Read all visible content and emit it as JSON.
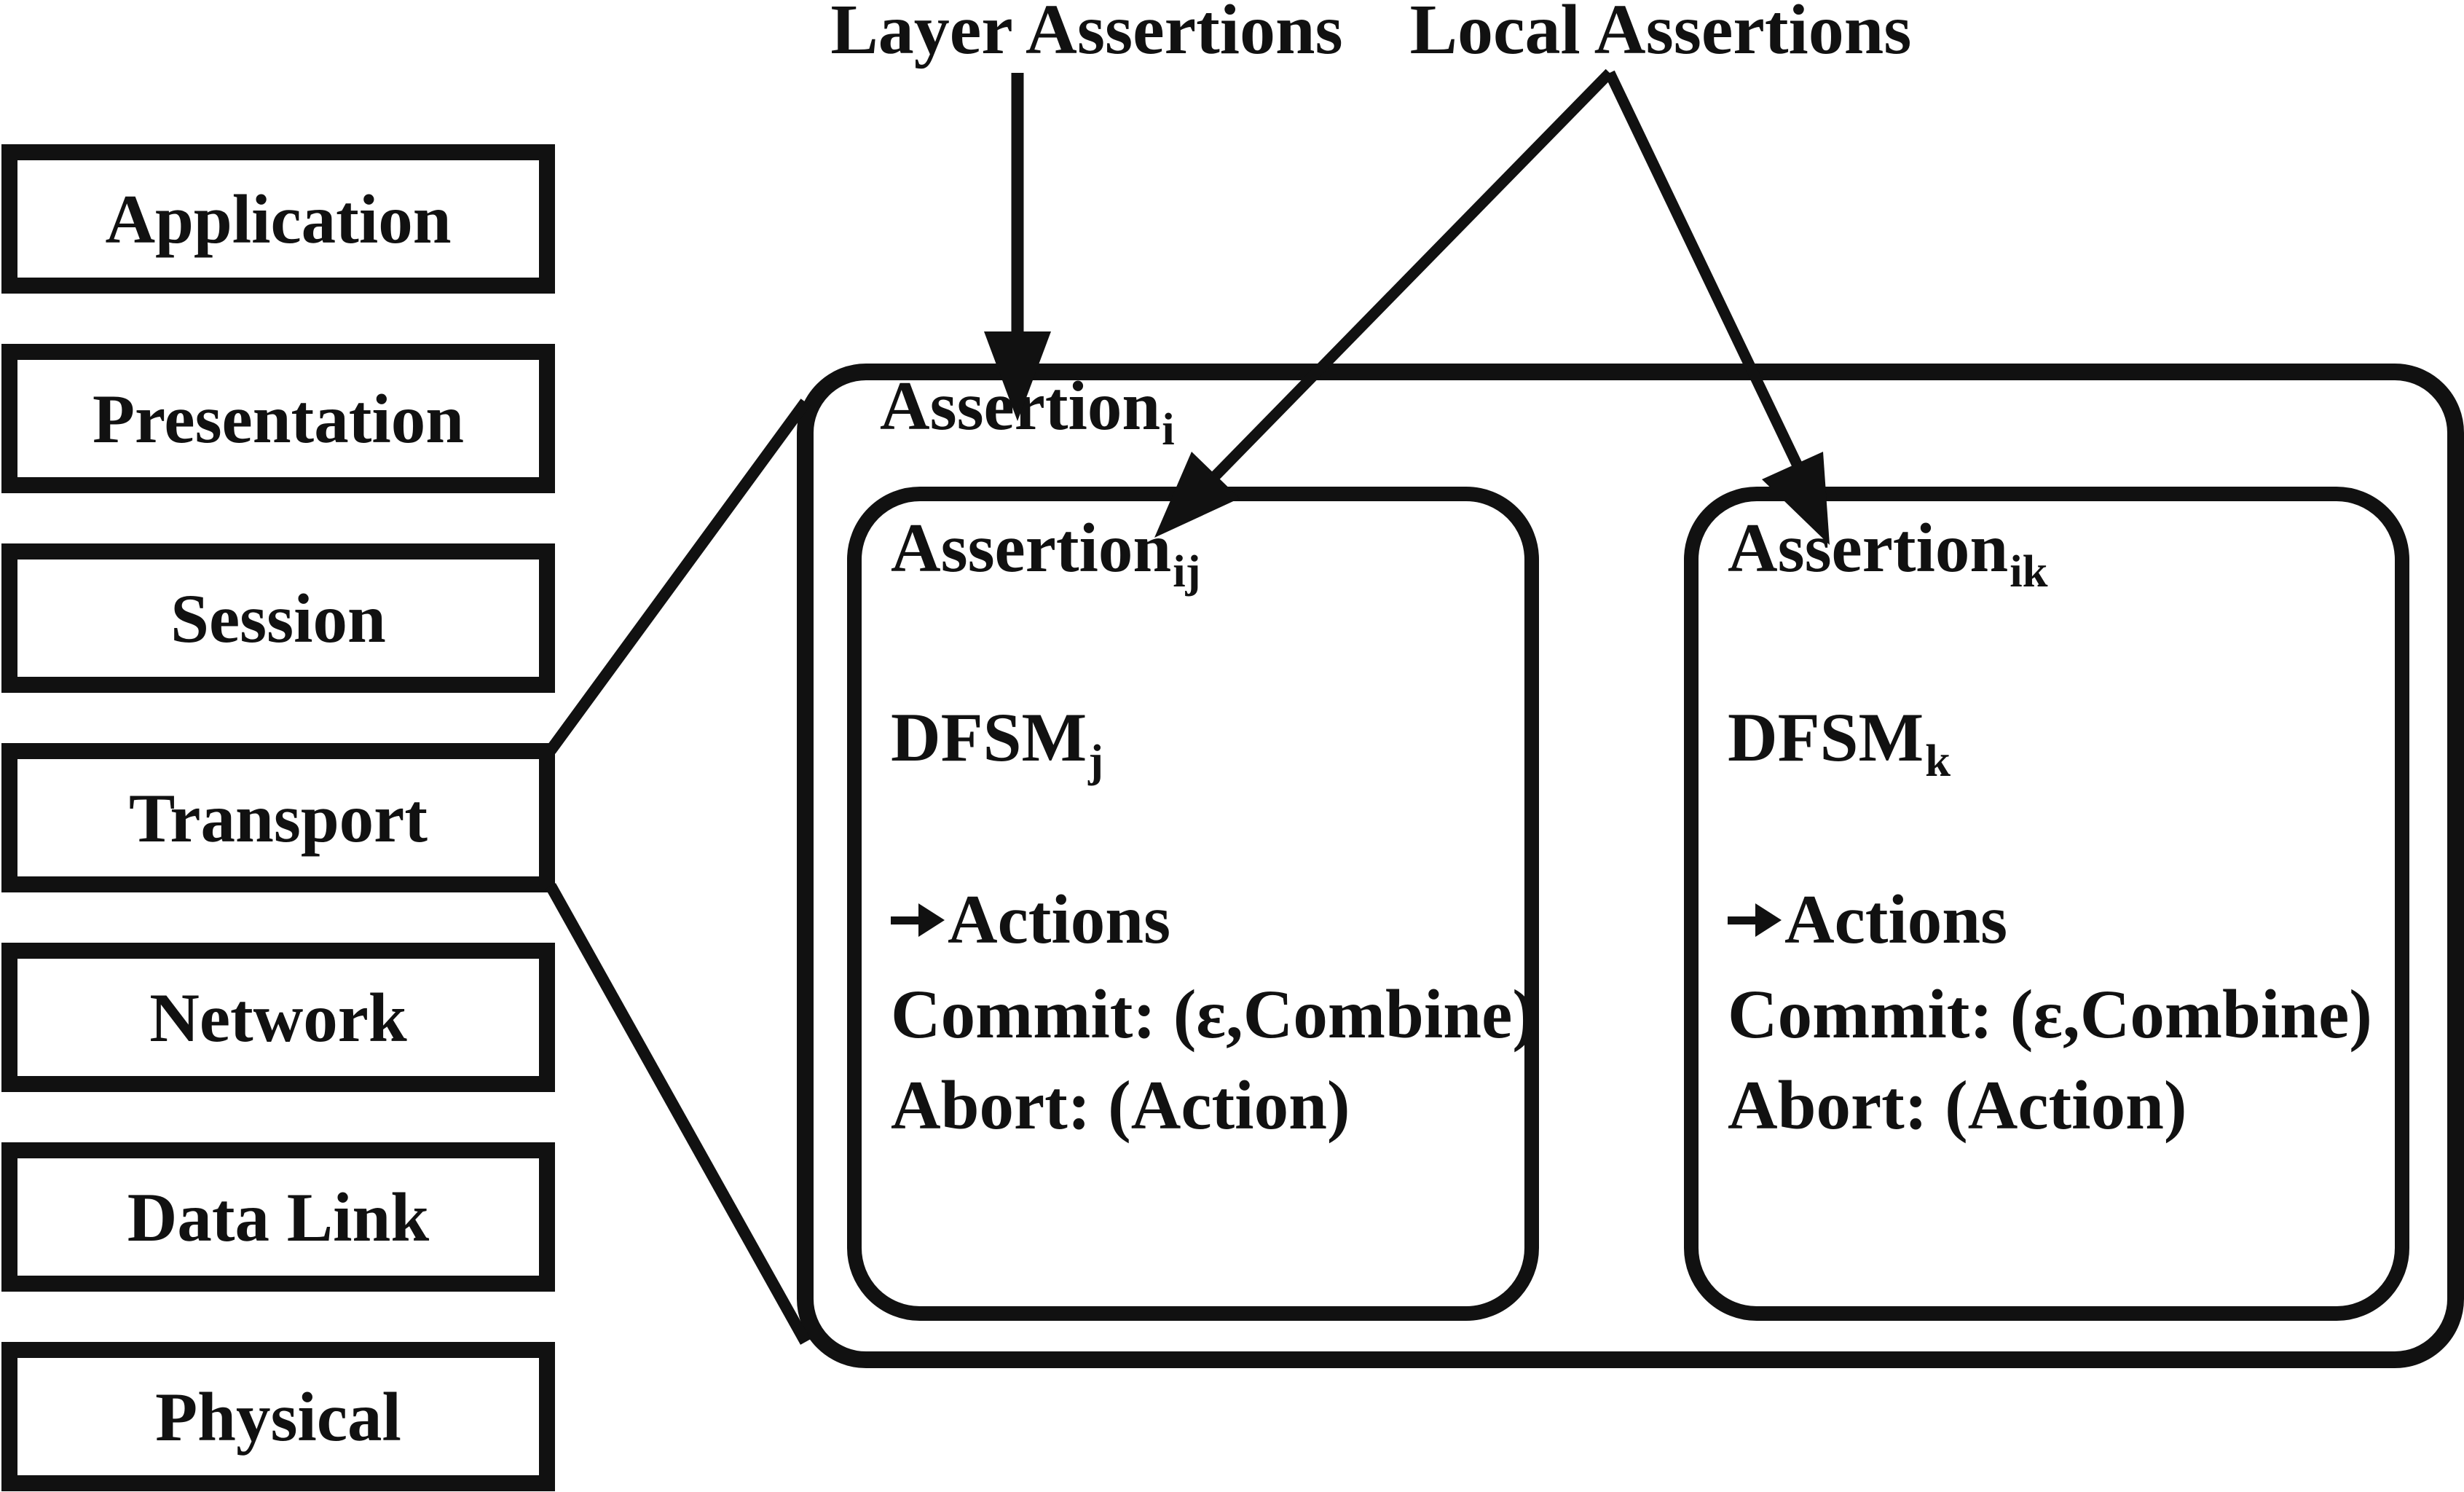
{
  "colors": {
    "ink": "#111111",
    "background": "#ffffff"
  },
  "annotations": {
    "layer_assertions_label": "Layer Assertions",
    "local_assertions_label": "Local Assertions"
  },
  "osi_layers": [
    "Application",
    "Presentation",
    "Session",
    "Transport",
    "Network",
    "Data Link",
    "Physical"
  ],
  "outer_assertion": {
    "name": "Assertion",
    "subscript": "i"
  },
  "inner_assertions": [
    {
      "name": "Assertion",
      "subscript": "ij",
      "dfsm_name": "DFSM",
      "dfsm_subscript": "j",
      "actions_label": "Actions",
      "commit_label": "Commit: (ε,Combine)",
      "abort_label": "Abort: (Action)"
    },
    {
      "name": "Assertion",
      "subscript": "ik",
      "dfsm_name": "DFSM",
      "dfsm_subscript": "k",
      "actions_label": "Actions",
      "commit_label": "Commit: (ε,Combine)",
      "abort_label": "Abort: (Action)"
    }
  ],
  "icons": {
    "layer_arrow": "down-arrow",
    "local_arrow_left": "diagonal-down-left-arrow",
    "local_arrow_right": "diagonal-down-right-arrow",
    "actions_arrow": "solid-right-arrow"
  }
}
